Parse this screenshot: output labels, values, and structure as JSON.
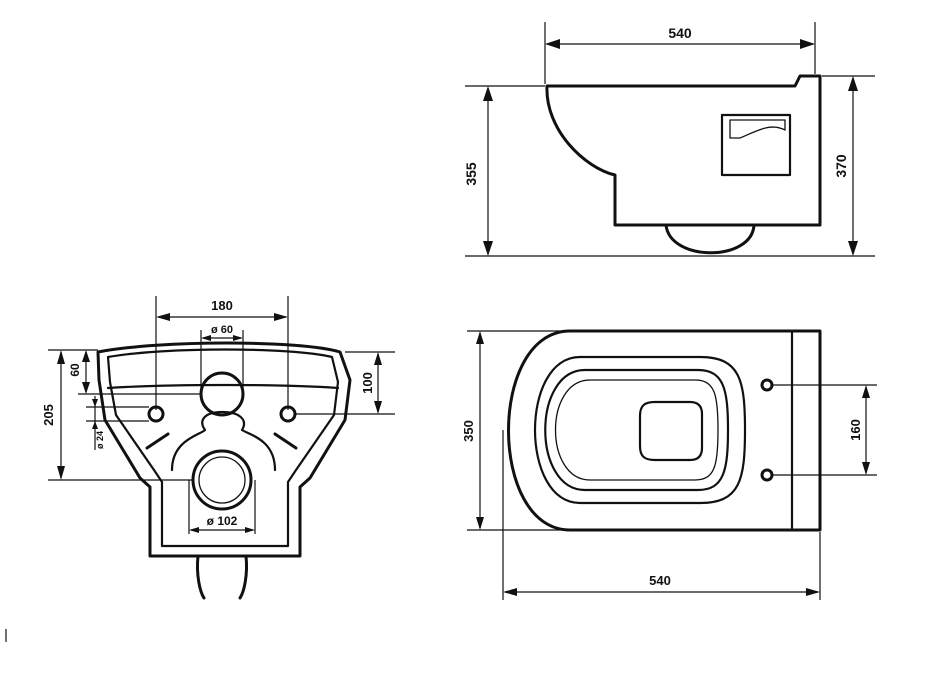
{
  "side_view": {
    "width_label": "540",
    "height_left_label": "355",
    "height_right_label": "370"
  },
  "rear_view": {
    "bolt_spacing_label": "180",
    "upper_hole_label": "ø 60",
    "outlet_label": "ø 102",
    "height_total_label": "205",
    "upper_offset_label": "60",
    "bolt_height_label": "100",
    "bolt_diameter_label": "ø 24"
  },
  "top_view": {
    "depth_label": "540",
    "width_label": "350",
    "bolt_spacing_label": "160"
  }
}
